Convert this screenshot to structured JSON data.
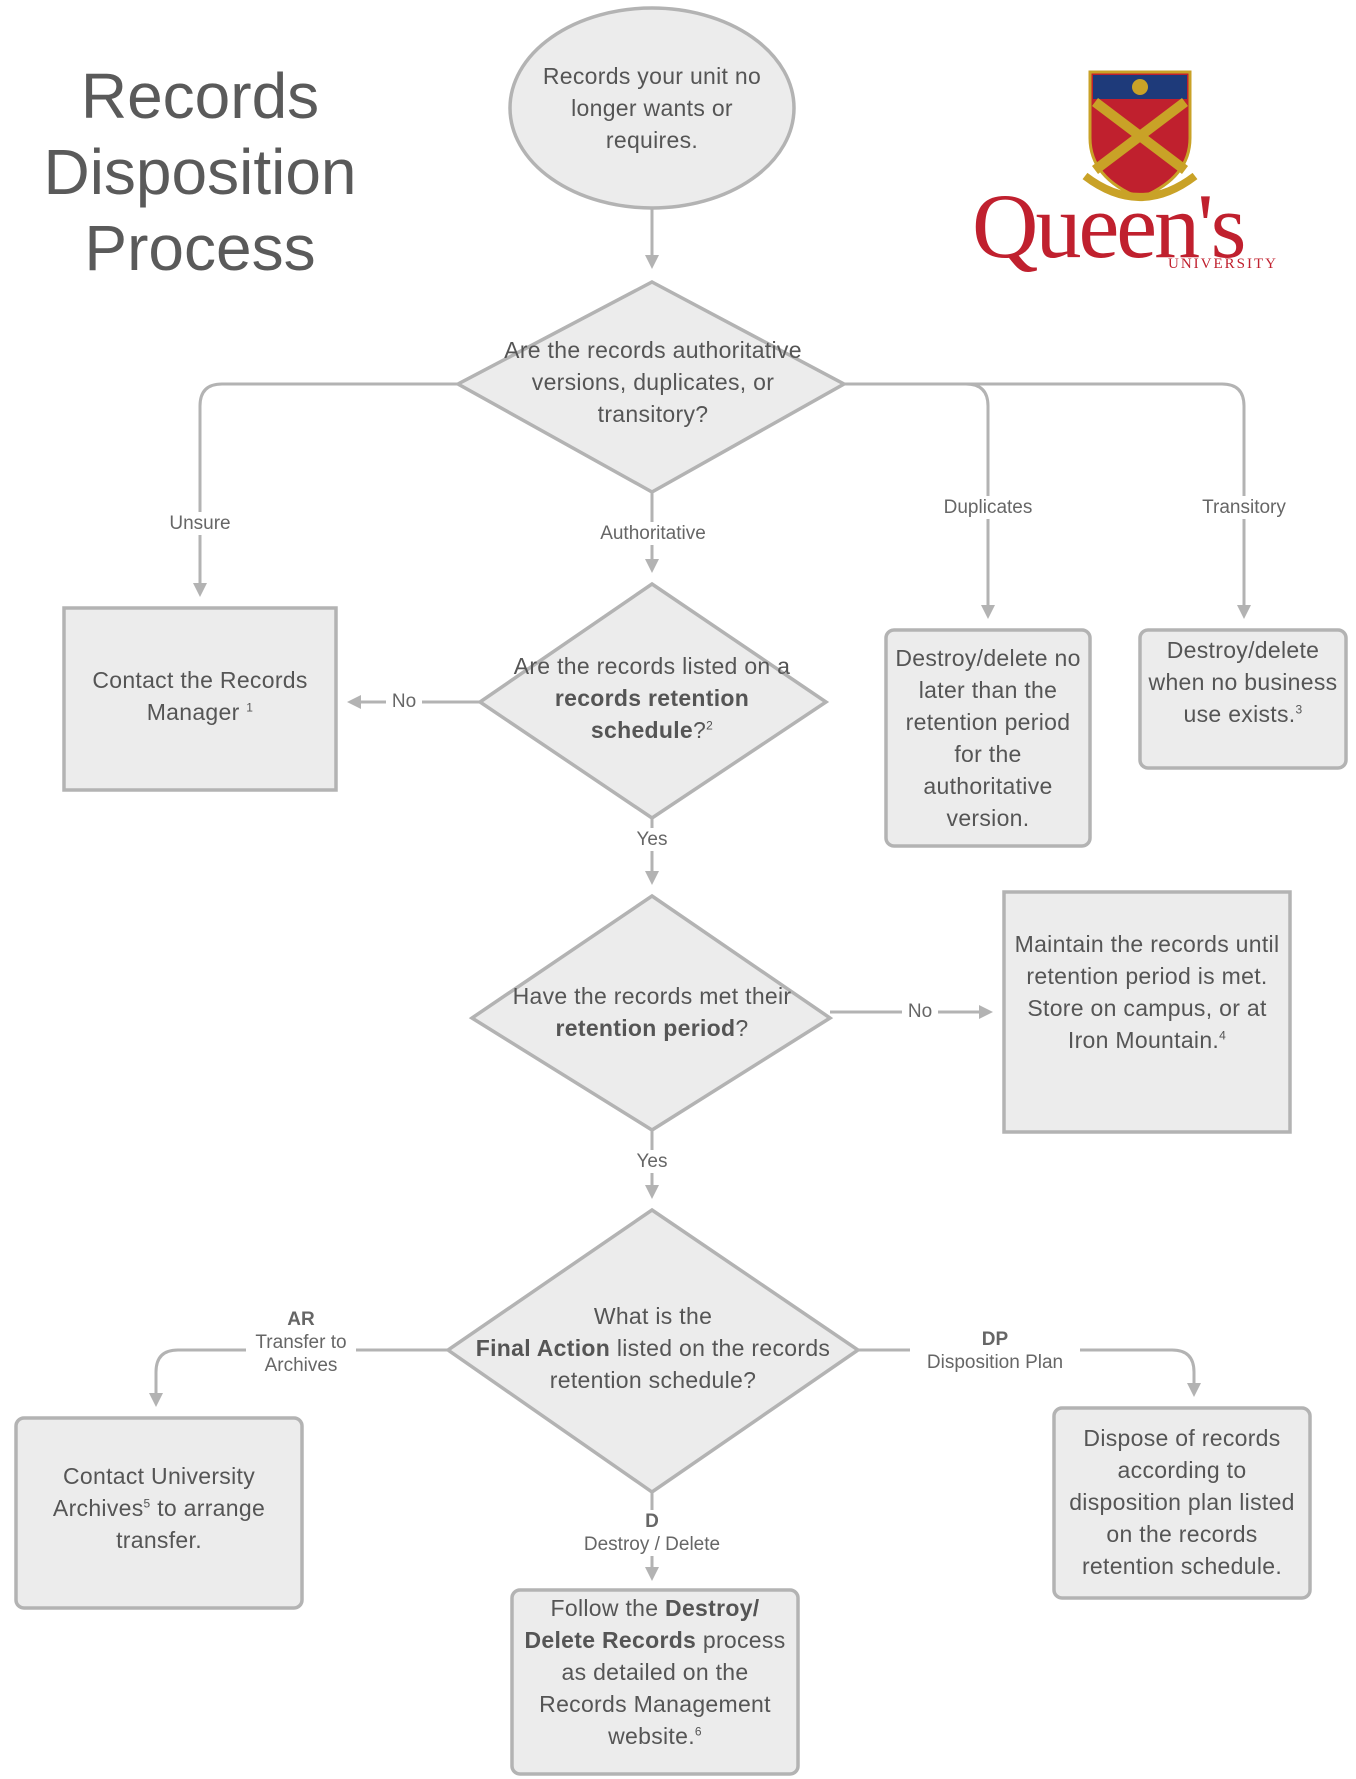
{
  "title": {
    "line1": "Records",
    "line2": "Disposition",
    "line3": "Process"
  },
  "logo": {
    "wordmark": "Queen's",
    "subtitle": "UNIVERSITY",
    "brand_color": "#c0202e"
  },
  "nodes": {
    "start": "Records your unit no longer wants or requires.",
    "q1": "Are the records authoritative versions, duplicates, or transitory?",
    "contact_rm_text": "Contact the Records Manager",
    "contact_rm_sup": "1",
    "q2_pre": "Are the records listed on a",
    "q2_bold": "records retention schedule",
    "q2_post": "?",
    "q2_sup": "2",
    "duplicates_box": "Destroy/delete no later than the retention period for the authoritative version.",
    "transitory_box_text": "Destroy/delete when no business use exists.",
    "transitory_sup": "3",
    "q3_pre": "Have the records met their",
    "q3_bold": "retention period",
    "q3_post": "?",
    "maintain_line1": "Maintain the records until retention period is met.",
    "maintain_line2": "Store on campus, or at Iron Mountain.",
    "maintain_sup": "4",
    "q4_pre": "What is the",
    "q4_bold": "Final Action",
    "q4_post": "listed on the records retention schedule?",
    "archives_pre": "Contact University Archives",
    "archives_sup": "5",
    "archives_post": "to arrange transfer.",
    "dispose_box": "Dispose of records according to disposition plan listed on the records retention schedule.",
    "follow_pre": "Follow the",
    "follow_bold": "Destroy/ Delete Records",
    "follow_post": "process as detailed on the Records Management website.",
    "follow_sup": "6"
  },
  "labels": {
    "unsure": "Unsure",
    "authoritative": "Authoritative",
    "duplicates": "Duplicates",
    "transitory": "Transitory",
    "no1": "No",
    "yes1": "Yes",
    "no2": "No",
    "yes2": "Yes",
    "ar_code": "AR",
    "ar_text": "Transfer to Archives",
    "dp_code": "DP",
    "dp_text": "Disposition Plan",
    "d_code": "D",
    "d_text": "Destroy / Delete"
  },
  "colors": {
    "fill": "#ececec",
    "stroke": "#b3b3b3",
    "text": "#555555"
  }
}
